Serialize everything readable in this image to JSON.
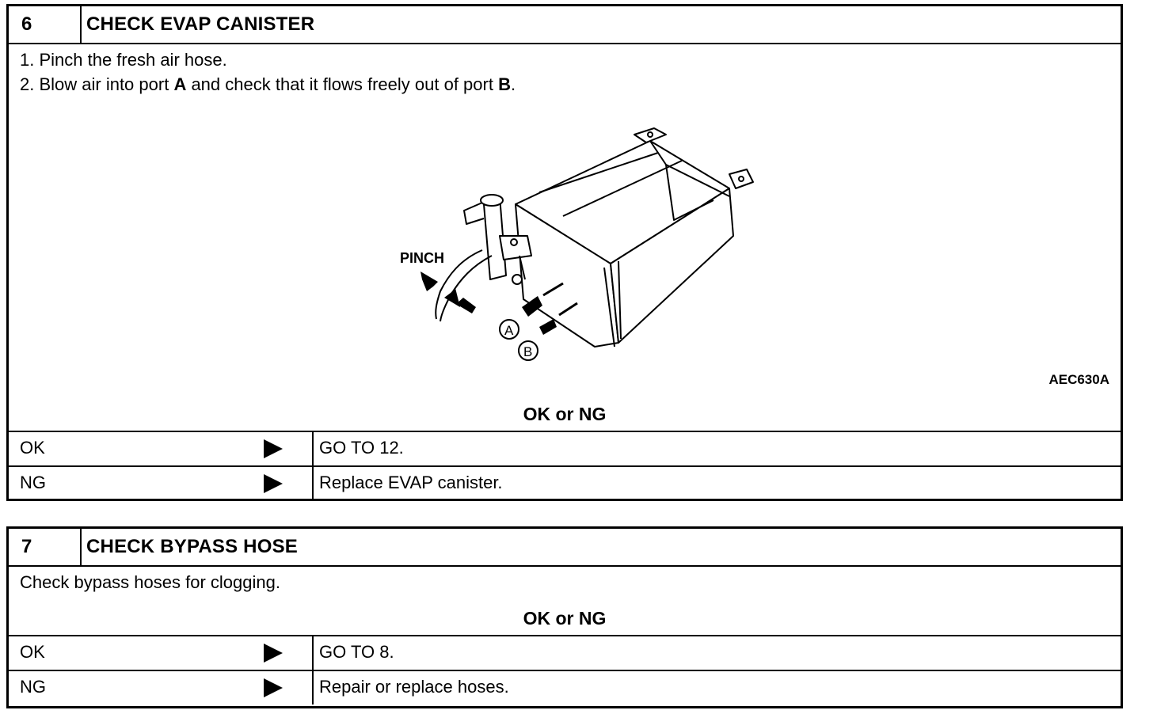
{
  "block6": {
    "number": "6",
    "title": "CHECK EVAP CANISTER",
    "steps": [
      "1.  Pinch the fresh air hose."
    ],
    "step2": {
      "prefix": "2.  Blow air into port ",
      "a": "A",
      "middle": " and check that it flows freely out of port ",
      "b": "B",
      "suffix": "."
    },
    "figure": {
      "pinch_label": "PINCH",
      "port_a": "A",
      "port_b": "B",
      "code": "AEC630A"
    },
    "okng_label": "OK or NG",
    "results": [
      {
        "label": "OK",
        "action": "GO TO 12."
      },
      {
        "label": "NG",
        "action": "Replace EVAP canister."
      }
    ]
  },
  "block7": {
    "number": "7",
    "title": "CHECK BYPASS HOSE",
    "instruction": "Check bypass hoses for clogging.",
    "okng_label": "OK or NG",
    "results": [
      {
        "label": "OK",
        "action": "GO TO 8."
      },
      {
        "label": "NG",
        "action": "Repair or replace hoses."
      }
    ]
  }
}
